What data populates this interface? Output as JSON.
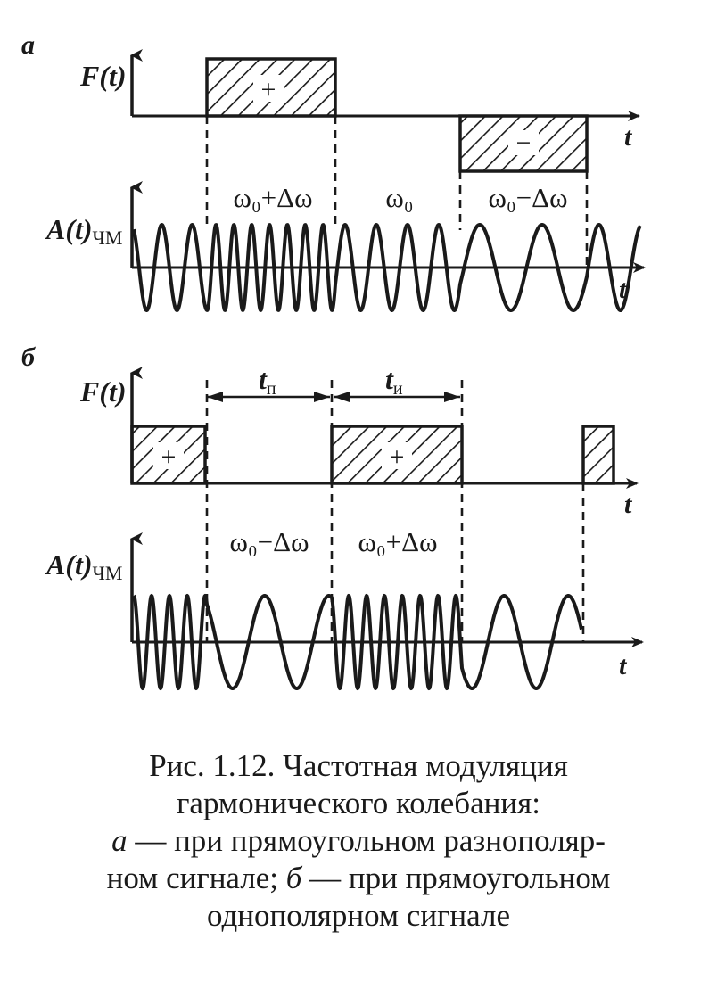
{
  "panel_a": {
    "letter": "а",
    "f_label_main": "F",
    "f_label_arg": "(t)",
    "a_label_main": "A",
    "a_label_arg": "(t)",
    "a_label_sub": "ЧМ",
    "t_axis_label": "t",
    "plus_sign": "+",
    "minus_sign": "−",
    "freq_high": "ω₀+Δω",
    "freq_base": "ω₀",
    "freq_low": "ω₀−Δω"
  },
  "panel_b": {
    "letter": "б",
    "f_label_main": "F",
    "f_label_arg": "(t)",
    "a_label_main": "A",
    "a_label_arg": "(t)",
    "a_label_sub": "ЧМ",
    "t_axis_label": "t",
    "plus_sign": "+",
    "tp_main": "t",
    "tp_sub": "п",
    "ti_main": "t",
    "ti_sub": "и",
    "freq_low": "ω₀−Δω",
    "freq_high": "ω₀+Δω"
  },
  "caption": {
    "line1": "Рис. 1.12. Частотная модуляция",
    "line2": "гармонического колебания:",
    "line3_letter": "а",
    "line3_text": " — при прямоугольном разнополяр-",
    "line4_a": "ном сигнале; ",
    "line4_letter": "б",
    "line4_b": " — при прямоугольном",
    "line5": "однополярном сигнале"
  },
  "colors": {
    "ink": "#1a1a1a",
    "paper": "#ffffff"
  }
}
